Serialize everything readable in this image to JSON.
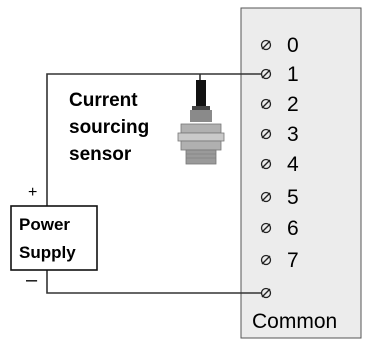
{
  "sensor": {
    "label_line1": "Current",
    "label_line2": "sourcing",
    "label_line3": "sensor"
  },
  "power_supply": {
    "label_line1": "Power",
    "label_line2": "Supply",
    "plus": "+",
    "minus": "–"
  },
  "terminal_block": {
    "terminals": [
      "0",
      "1",
      "2",
      "3",
      "4",
      "5",
      "6",
      "7"
    ],
    "common_label": "Common"
  },
  "colors": {
    "block_fill": "#ececec",
    "wire": "#333333",
    "sensor_body": "#9a9a9a",
    "sensor_cable": "#111111"
  }
}
